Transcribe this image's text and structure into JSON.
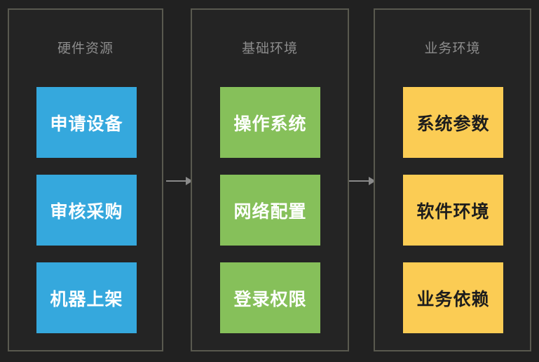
{
  "diagram": {
    "background_color": "#212121",
    "panel_border_color": "#59594f",
    "arrow_color": "#8a8a8a",
    "columns": [
      {
        "title": "硬件资源",
        "accent_color": "#35a8dd",
        "text_color": "#ffffff",
        "nodes": [
          {
            "label": "申请设备"
          },
          {
            "label": "审核采购"
          },
          {
            "label": "机器上架"
          }
        ]
      },
      {
        "title": "基础环境",
        "accent_color": "#86c05a",
        "text_color": "#ffffff",
        "nodes": [
          {
            "label": "操作系统"
          },
          {
            "label": "网络配置"
          },
          {
            "label": "登录权限"
          }
        ]
      },
      {
        "title": "业务环境",
        "accent_color": "#fbcc54",
        "text_color": "#1d1d1d",
        "nodes": [
          {
            "label": "系统参数"
          },
          {
            "label": "软件环境"
          },
          {
            "label": "业务依赖"
          }
        ]
      }
    ],
    "connectors": [
      {
        "name": "arrow-hardware-to-base",
        "direction": "right"
      },
      {
        "name": "arrow-base-to-business",
        "direction": "right"
      }
    ]
  }
}
